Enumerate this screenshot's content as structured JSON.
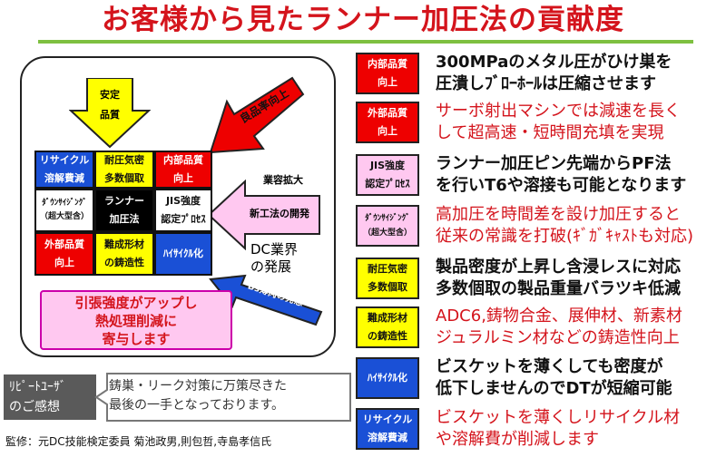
{
  "title": "お客様から見たランナー加圧法の貢献度",
  "colors": {
    "title": "#d4141c",
    "accent_green": "#7ec040",
    "red": "#ee0000",
    "blue": "#1a50d6",
    "yellow": "#ffff00",
    "pink": "#ffc8f0",
    "gray": "#5a5a5a"
  },
  "diagram": {
    "top_arrow_label": "安定\n品質",
    "right_arrow_label": "良品率向上",
    "left_arrow_label": "新工法の開発",
    "business_expansion": "業容拡大",
    "diagonal_arrow_label": "Bs薄肉の発想",
    "dc_industry": "DC業界\nの発展",
    "grid": [
      {
        "id": "recycle",
        "label": "リサイクル\n溶解費減"
      },
      {
        "id": "pressure",
        "label": "耐圧気密\n多数個取"
      },
      {
        "id": "internal",
        "label": "内部品質\n向上"
      },
      {
        "id": "downsizing",
        "label": "ﾀﾞｳﾝｻｲｼﾞﾝｸﾞ\n（超大型含）"
      },
      {
        "id": "center",
        "label": "ランナー\n加圧法"
      },
      {
        "id": "jis",
        "label": "JIS強度\n認定ﾌﾟﾛｾｽ"
      },
      {
        "id": "external",
        "label": "外部品質\n向上"
      },
      {
        "id": "difficult",
        "label": "難成形材\nの鋳造性"
      },
      {
        "id": "highcycle",
        "label": "ﾊｲｻｲｸﾙ化"
      }
    ],
    "pink_box": "引張強度がアップし\n熱処理削減に\n寄与します"
  },
  "repeat_user": {
    "label": "ﾘﾋﾟｰﾄﾕｰｻﾞ\nのご感想",
    "quote": "鋳巣・リーク対策に万策尽きた\n最後の一手となっております。"
  },
  "supervision": "監修：元DC技能検定委員 菊池政男,則包哲,寺島孝信氏",
  "rows": [
    {
      "label": "内部品質\n向上",
      "text": "300MPaのメタル圧がひけ巣を\n圧潰しﾌﾞﾛｰﾎｰﾙは圧縮させます"
    },
    {
      "label": "外部品質\n向上",
      "text": "サーボ射出マシンでは減速を長く\nして超高速・短時間充填を実現"
    },
    {
      "label": "JIS強度\n認定ﾌﾟﾛｾｽ",
      "text": "ランナー加圧ピン先端からPF法\nを行いT6や溶接も可能となります"
    },
    {
      "label": "ﾀﾞｳﾝｻｲｼﾞﾝｸﾞ\n（超大型含）",
      "text": "高加圧を時間差を設け加圧すると\n従来の常識を打破(ｷﾞｶﾞｷｬｽﾄも対応)"
    },
    {
      "label": "耐圧気密\n多数個取",
      "text": "製品密度が上昇し含浸レスに対応\n多数個取の製品重量バラツキ低減"
    },
    {
      "label": "難成形材\nの鋳造性",
      "text": "ADC6,鋳物合金、展伸材、新素材\nジュラルミン材などの鋳造性向上"
    },
    {
      "label": "ﾊｲｻｲｸﾙ化",
      "text": "ビスケットを薄くしても密度が\n低下しませんのでDTが短縮可能"
    },
    {
      "label": "リサイクル\n溶解費減",
      "text": "ビスケットを薄くしリサイクル材\nや溶解費が削減します"
    }
  ]
}
